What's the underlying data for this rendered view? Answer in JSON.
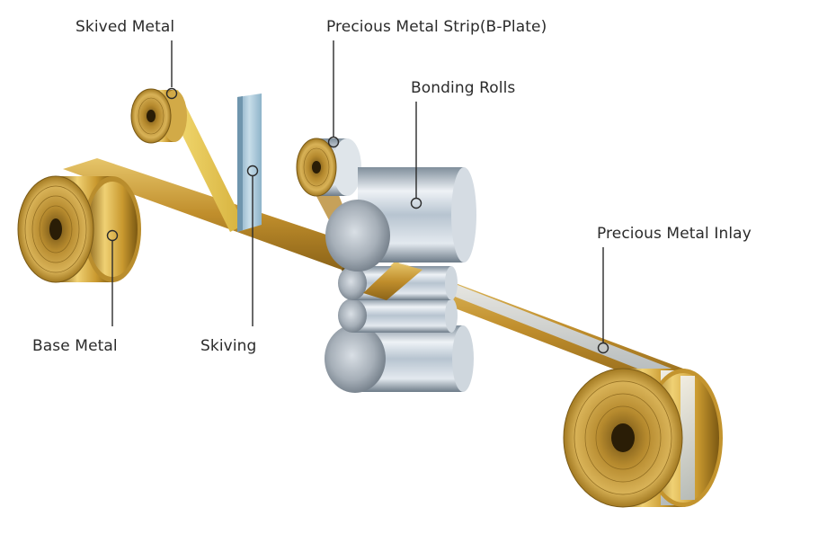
{
  "labels": {
    "skived_metal": "Skived Metal",
    "precious_strip": "Precious Metal Strip(B-Plate)",
    "bonding_rolls": "Bonding Rolls",
    "precious_inlay": "Precious Metal Inlay",
    "base_metal": "Base Metal",
    "skiving": "Skiving"
  },
  "colors": {
    "gold_light": "#f2d67a",
    "gold_mid": "#c99a32",
    "gold_dark": "#7a5a16",
    "steel_light": "#eef2f6",
    "steel_mid": "#a9b8c6",
    "steel_dark": "#5d6b78",
    "blade": "#9fc1d6",
    "leader": "#2b2b2b"
  }
}
